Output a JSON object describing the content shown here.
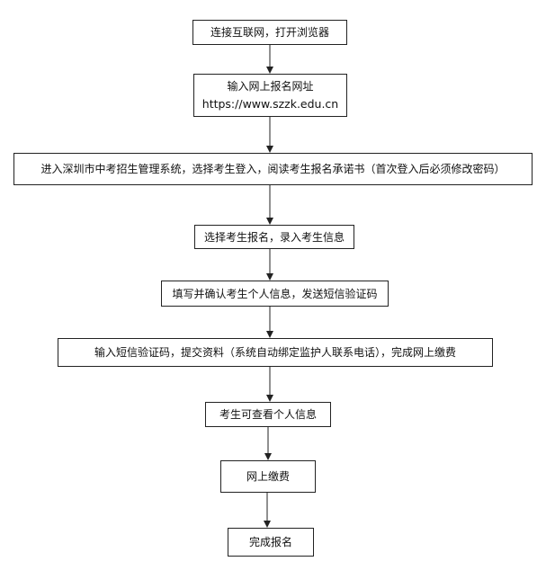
{
  "steps": [
    {
      "id": "step1",
      "text": "连接互联网，打开浏览器"
    },
    {
      "id": "step2",
      "text": "输入网上报名网址",
      "url": "https://www.szzk.edu.cn"
    },
    {
      "id": "step3",
      "text": "进入深圳市中考招生管理系统，选择考生登入，阅读考生报名承诺书（首次登入后必须修改密码）"
    },
    {
      "id": "step4",
      "text": "选择考生报名，录入考生信息"
    },
    {
      "id": "step5",
      "text": "填写并确认考生个人信息，发送短信验证码"
    },
    {
      "id": "step6",
      "text": "输入短信验证码，提交资料（系统自动绑定监护人联系电话），完成网上缴费"
    },
    {
      "id": "step7",
      "text": "考生可查看个人信息"
    },
    {
      "id": "step8",
      "text": "网上缴费"
    },
    {
      "id": "step9",
      "text": "完成报名"
    }
  ],
  "colors": {
    "line": "#222222",
    "text": "#111111",
    "background": "#ffffff"
  }
}
